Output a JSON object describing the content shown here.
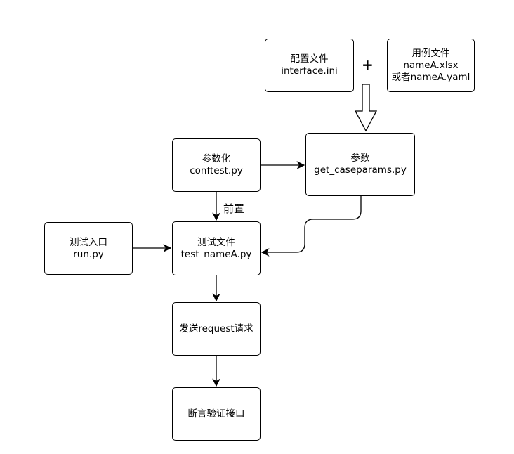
{
  "diagram": {
    "nodes": {
      "config": {
        "line1": "配置文件",
        "line2": "interface.ini"
      },
      "cases": {
        "line1": "用例文件",
        "line2": "nameA.xlsx",
        "line3": "或者nameA.yaml"
      },
      "params": {
        "line1": "参数",
        "line2": "get_caseparams.py"
      },
      "conftest": {
        "line1": "参数化",
        "line2": "conftest.py"
      },
      "entry": {
        "line1": "测试入口",
        "line2": "run.py"
      },
      "testfile": {
        "line1": "测试文件",
        "line2": "test_nameA.py"
      },
      "request": {
        "line1": "发送request请求"
      },
      "assert": {
        "line1": "断言验证接口"
      }
    },
    "plus_sign": "+",
    "edge_label_pre": "前置"
  }
}
